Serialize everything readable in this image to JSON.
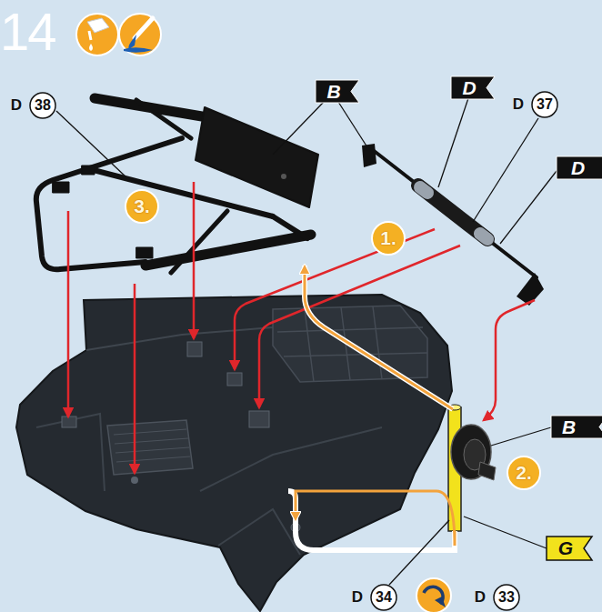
{
  "diagram": {
    "title": "14",
    "nodes": [
      {
        "text": [
          "D",
          "38"
        ]
      },
      {
        "text": [
          "B"
        ]
      },
      {
        "text": [
          "D"
        ]
      },
      {
        "text": [
          "D",
          "37"
        ]
      },
      {
        "text": [
          "D"
        ]
      },
      {
        "text": [
          "3."
        ]
      },
      {
        "text": [
          "1."
        ]
      },
      {
        "text": [
          "B"
        ]
      },
      {
        "text": [
          "2."
        ]
      },
      {
        "text": [
          "G"
        ]
      },
      {
        "text": [
          "D",
          "34"
        ]
      },
      {
        "text": [
          "D",
          "33"
        ]
      }
    ]
  }
}
